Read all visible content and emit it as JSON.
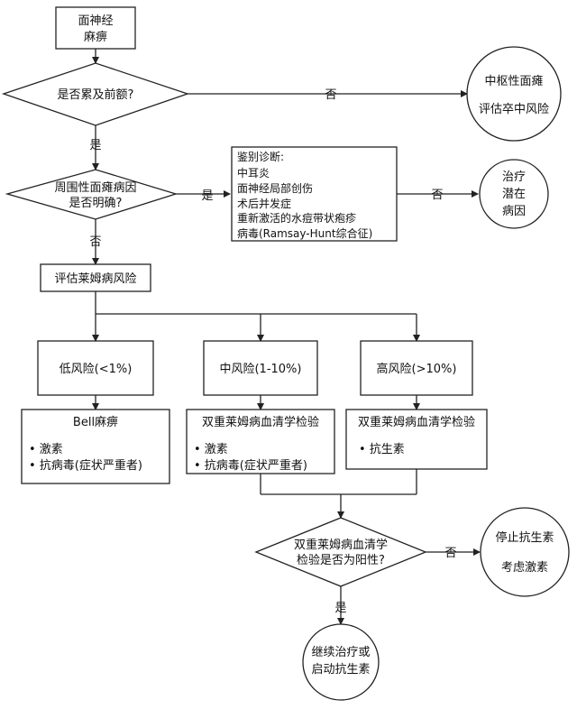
{
  "start": {
    "line1": "面神经",
    "line2": "麻痹"
  },
  "q1": {
    "text": "是否累及前额?",
    "no": "否",
    "yes": "是"
  },
  "central": {
    "line1": "中枢性面瘫",
    "line2": "评估卒中风险"
  },
  "q2": {
    "line1": "周围性面瘫病因",
    "line2": "是否明确?",
    "yes": "是",
    "no": "否"
  },
  "differential": {
    "title": "鉴别诊断:",
    "items": [
      "中耳炎",
      "面神经局部创伤",
      "术后并发症",
      "重新激活的水痘带状疱疹",
      "病毒(Ramsay-Hunt综合征)"
    ],
    "no": "否"
  },
  "treat": {
    "line1": "治疗",
    "line2": "潜在",
    "line3": "病因"
  },
  "assess": {
    "text": "评估莱姆病风险"
  },
  "risk": {
    "low": "低风险(<1%)",
    "mid": "中风险(1-10%)",
    "high": "高风险(>10%)"
  },
  "box_low": {
    "title": "Bell麻痹",
    "item1": "• 激素",
    "item2": "• 抗病毒(症状严重者)"
  },
  "box_mid": {
    "title": "双重莱姆病血清学检验",
    "item1": "• 激素",
    "item2": "• 抗病毒(症状严重者)"
  },
  "box_high": {
    "title": "双重莱姆病血清学检验",
    "item1": "• 抗生素"
  },
  "q3": {
    "line1": "双重莱姆病血清学",
    "line2": "检验是否为阳性?",
    "no": "否",
    "yes": "是"
  },
  "stop": {
    "line1": "停止抗生素",
    "line2": "考虑激素"
  },
  "continue": {
    "line1": "继续治疗或",
    "line2": "启动抗生素"
  }
}
